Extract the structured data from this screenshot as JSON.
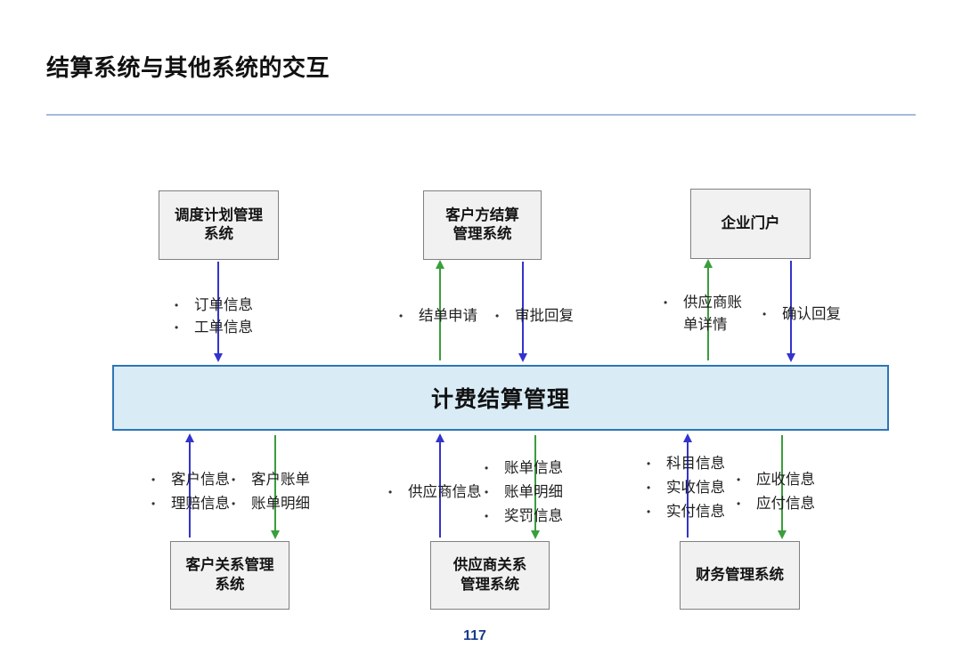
{
  "page": {
    "title": "结算系统与其他系统的交互",
    "page_number": "117"
  },
  "colors": {
    "arrow_blue": "#3333cc",
    "arrow_green": "#3a9e3c",
    "bar_fill": "#d9ecf6",
    "bar_border": "#2e75b6",
    "box_fill": "#f1f1f1",
    "box_border": "#808080",
    "divider": "#a9bad8",
    "page_number": "#1a3a8c"
  },
  "icons": {
    "bullet": "•"
  },
  "diagram": {
    "center_bar": {
      "label": "计费结算管理"
    },
    "top_systems": [
      {
        "label": "调度计划管理\n系统"
      },
      {
        "label": "客户方结算\n管理系统"
      },
      {
        "label": "企业门户"
      }
    ],
    "bottom_systems": [
      {
        "label": "客户关系管理\n系统"
      },
      {
        "label": "供应商关系\n管理系统"
      },
      {
        "label": "财务管理系统"
      }
    ],
    "flows": {
      "dispatch_to_billing": {
        "direction": "down",
        "items": [
          "订单信息",
          "工单信息"
        ]
      },
      "billing_to_customer_settlement": {
        "direction": "up",
        "items": [
          "结单申请"
        ]
      },
      "customer_settlement_to_billing": {
        "direction": "down",
        "items": [
          "审批回复"
        ]
      },
      "billing_to_portal": {
        "direction": "up",
        "items": [
          "供应商账\n单详情"
        ]
      },
      "portal_to_billing": {
        "direction": "down",
        "items": [
          "确认回复"
        ]
      },
      "crm_to_billing": {
        "direction": "up",
        "items": [
          "客户信息",
          "理赔信息"
        ]
      },
      "billing_to_crm": {
        "direction": "down",
        "items": [
          "客户账单",
          "账单明细"
        ]
      },
      "srm_to_billing": {
        "direction": "up",
        "items": [
          "供应商信息"
        ]
      },
      "billing_to_srm": {
        "direction": "down",
        "items": [
          "账单信息",
          "账单明细",
          "奖罚信息"
        ]
      },
      "finance_to_billing": {
        "direction": "up",
        "items": [
          "科目信息",
          "实收信息",
          "实付信息"
        ]
      },
      "billing_to_finance": {
        "direction": "down",
        "items": [
          "应收信息",
          "应付信息"
        ]
      }
    }
  }
}
